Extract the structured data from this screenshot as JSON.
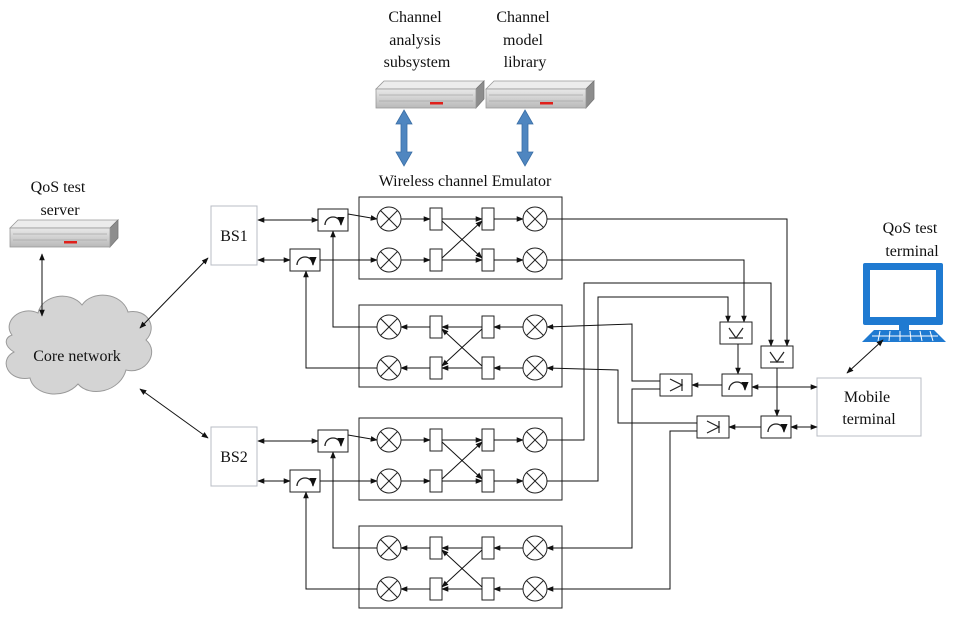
{
  "labels": {
    "channel_analysis": [
      "Channel",
      "analysis",
      "subsystem"
    ],
    "channel_model": [
      "Channel",
      "model",
      "library"
    ],
    "emulator": "Wireless channel Emulator",
    "qos_server": [
      "QoS test",
      "server"
    ],
    "qos_terminal": [
      "QoS test",
      "terminal"
    ],
    "core_network": "Core network",
    "bs1": "BS1",
    "bs2": "BS2",
    "mobile_terminal": [
      "Mobile",
      "terminal"
    ]
  },
  "colors": {
    "server_body": "#cfcfcf",
    "server_led": "#e0201b",
    "arrow_blue": "#4f86c0",
    "cloud_fill": "#d4d4d4",
    "monitor_blue": "#1f7ad1"
  }
}
